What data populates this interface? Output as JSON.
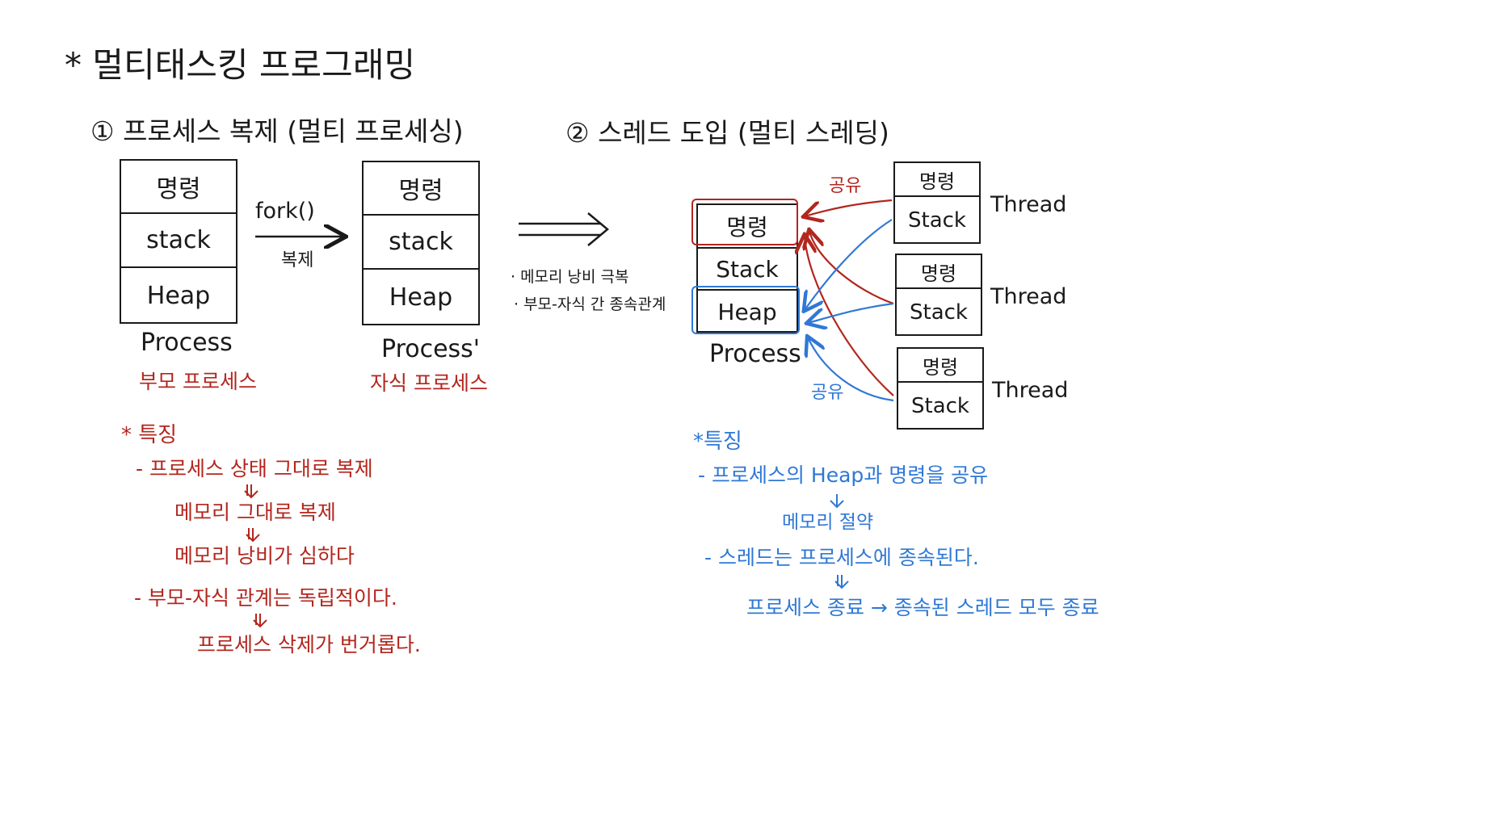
{
  "title": "* 멀티태스킹 프로그래밍",
  "section1": {
    "heading": "① 프로세스 복제 (멀티 프로세싱)",
    "parent_process": {
      "cells": [
        "명령",
        "stack",
        "Heap"
      ],
      "label": "Process",
      "role": "부모 프로세스"
    },
    "child_process": {
      "cells": [
        "명령",
        "stack",
        "Heap"
      ],
      "label": "Process'",
      "role": "자식 프로세스"
    },
    "fork_label": "fork()",
    "copy_label": "복제",
    "features_title": "* 특징",
    "features": [
      "- 프로세스 상태 그대로 복제",
      "메모리 그대로 복제",
      "메모리 낭비가 심하다",
      "- 부모-자식 관계는 독립적이다.",
      "프로세스 삭제가 번거롭다."
    ]
  },
  "transition_notes": [
    "· 메모리 낭비 극복",
    "· 부모-자식 간 종속관계"
  ],
  "section2": {
    "heading": "② 스레드 도입 (멀티 스레딩)",
    "process": {
      "cells": [
        "명령",
        "Stack",
        "Heap"
      ],
      "label": "Process"
    },
    "threads": [
      {
        "cells": [
          "명령",
          "Stack"
        ],
        "label": "Thread"
      },
      {
        "cells": [
          "명령",
          "Stack"
        ],
        "label": "Thread"
      },
      {
        "cells": [
          "명령",
          "Stack"
        ],
        "label": "Thread"
      }
    ],
    "share_red": "공유",
    "share_blue": "공유",
    "features_title": "*특징",
    "features": [
      "- 프로세스의 Heap과 명령을 공유",
      "메모리 절약",
      "- 스레드는 프로세스에 종속된다.",
      "프로세스 종료 → 종속된 스레드 모두 종료"
    ]
  },
  "colors": {
    "ink": "#1a1a1a",
    "red": "#b3261e",
    "blue": "#2f78d6"
  }
}
